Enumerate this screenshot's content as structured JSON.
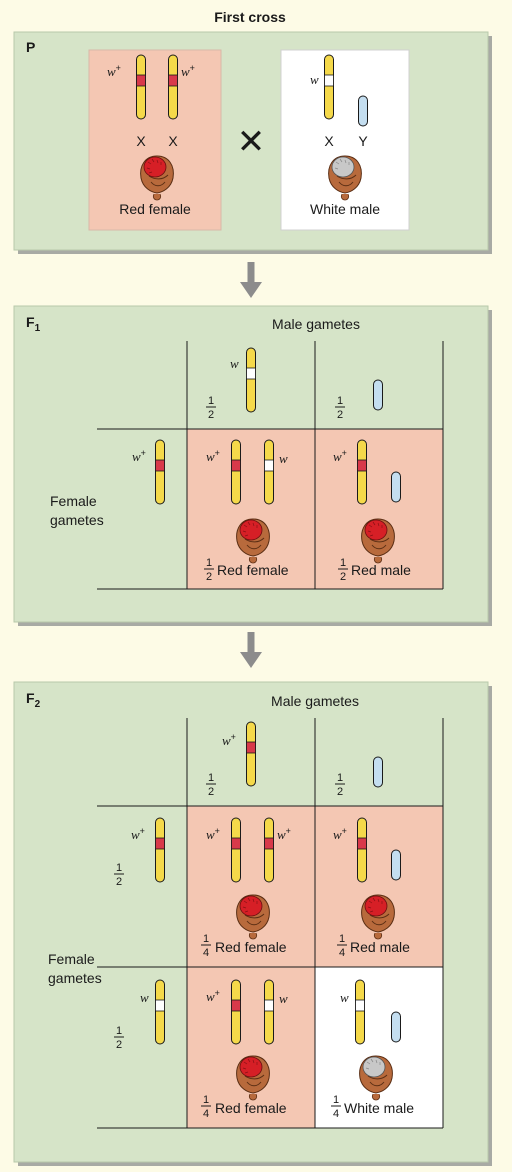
{
  "title": "First cross",
  "colors": {
    "panel": "#d6e4c8",
    "panel_shadow": "#a8aaa4",
    "red_cell": "#f4c7b3",
    "white_cell": "#ffffff",
    "chrom_yellow": "#f5d94a",
    "allele_red": "#d8394a",
    "y_chrom": "#c4def0",
    "arrow": "#8c8c8c",
    "eye_red": "#d61f26",
    "eye_white": "#c8c8c8",
    "fly_body": "#b86a3c"
  },
  "allele_labels": {
    "wild": "w",
    "mutant": "w",
    "plus": "+"
  },
  "panel_p": {
    "label": "P",
    "female": {
      "chrom_labels": [
        "X",
        "X"
      ],
      "caption": "Red female"
    },
    "cross_symbol": "✕",
    "male": {
      "chrom_labels": [
        "X",
        "Y"
      ],
      "caption": "White male"
    }
  },
  "panel_f1": {
    "label_main": "F",
    "label_sub": "1",
    "male_header": "Male gametes",
    "female_header_line1": "Female",
    "female_header_line2": "gametes",
    "fraction_half": {
      "num": "1",
      "den": "2"
    },
    "cells": [
      {
        "frac_num": "1",
        "frac_den": "2",
        "caption": "Red female"
      },
      {
        "frac_num": "1",
        "frac_den": "2",
        "caption": "Red male"
      }
    ]
  },
  "panel_f2": {
    "label_main": "F",
    "label_sub": "2",
    "male_header": "Male gametes",
    "female_header_line1": "Female",
    "female_header_line2": "gametes",
    "fraction_half": {
      "num": "1",
      "den": "2"
    },
    "cells": [
      {
        "frac_num": "1",
        "frac_den": "4",
        "caption": "Red female"
      },
      {
        "frac_num": "1",
        "frac_den": "4",
        "caption": "Red male"
      },
      {
        "frac_num": "1",
        "frac_den": "4",
        "caption": "Red female"
      },
      {
        "frac_num": "1",
        "frac_den": "4",
        "caption": "White male"
      }
    ]
  }
}
